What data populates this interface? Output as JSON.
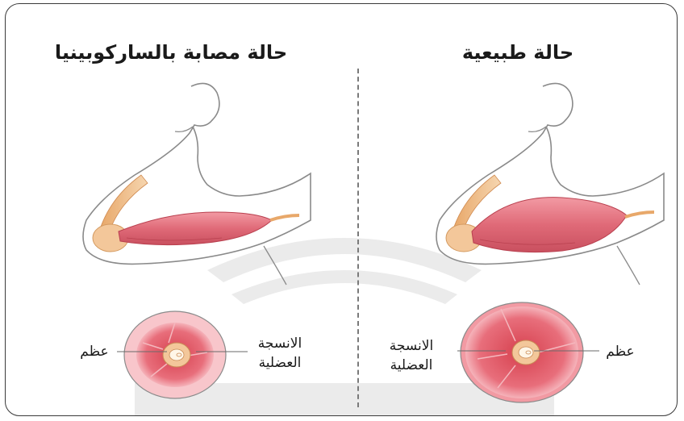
{
  "panels": {
    "left": {
      "title": "حالة مصابة بالساركوبينيا",
      "bone_label": "عظم",
      "muscle_label_line1": "الانسجة",
      "muscle_label_line2": "العضلية"
    },
    "right": {
      "title": "حالة طبيعية",
      "bone_label": "عظم",
      "muscle_label_line1": "الانسجة",
      "muscle_label_line2": "العضلية"
    }
  },
  "colors": {
    "muscle": "#e06a78",
    "muscle_light": "#f4b8be",
    "bone": "#f3c79a",
    "bone_center": "#fff6e8",
    "outline": "#8a8a8a"
  }
}
